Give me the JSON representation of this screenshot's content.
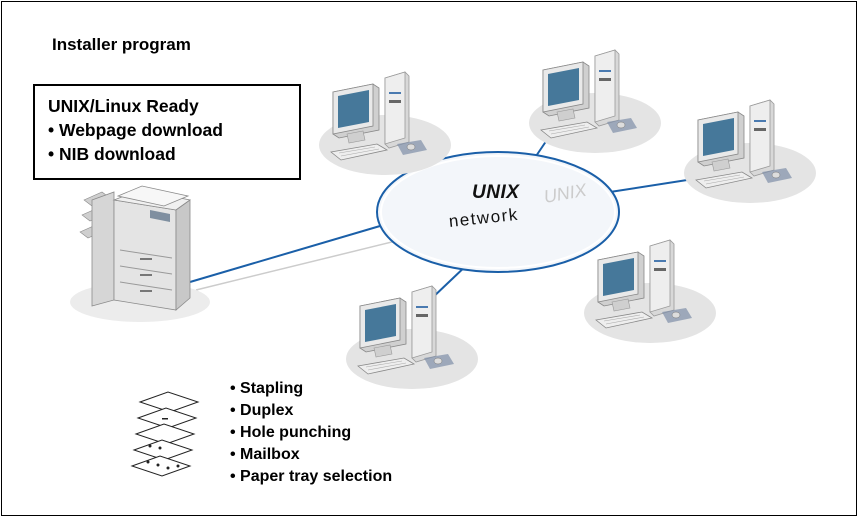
{
  "installer_title": "Installer program",
  "info_box": {
    "lines": [
      "UNIX/Linux Ready",
      "• Webpage download",
      "• NIB download"
    ]
  },
  "network": {
    "name": "UNIX",
    "label": "network"
  },
  "features": [
    "• Stapling",
    "• Duplex",
    "• Hole punching",
    "• Mailbox",
    "• Paper tray selection"
  ],
  "colors": {
    "link": "#1a5fa8",
    "monitor_screen": "#46789a",
    "shadow": "#e2e2e2",
    "ellipse_fill": "#f2f6fa"
  }
}
